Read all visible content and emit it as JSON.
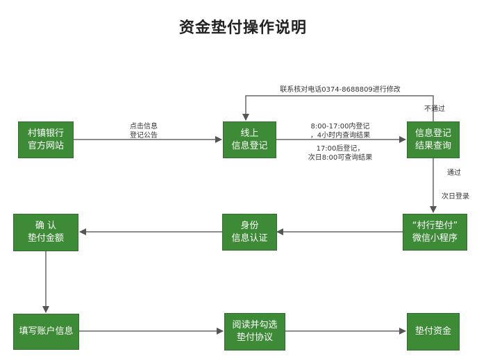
{
  "title": "资金垫付操作说明",
  "boxes": {
    "bank_site": "村镇银行\n官方网站",
    "online_register": "线上\n信息登记",
    "result_query": "信息登记\n结果查询",
    "mini_program": "“村行垫付”\n微信小程序",
    "identity_verify": "身份\n信息认证",
    "confirm_amount": "确  认\n垫付金额",
    "fill_account": "填写账户信息",
    "read_agreement": "阅读并勾选\n垫付协议",
    "fund_advance": "垫付资金"
  },
  "labels": {
    "click_info": "点击信息\n登记公告",
    "hours_day": "8:00-17:00内登记\n，4小时内查询结果",
    "hours_after": "17:00后登记，\n次日8:00可查询结果",
    "contact": "联系核对电话0374-8688809进行修改",
    "not_passed": "不通过",
    "passed": "通过",
    "next_day_login": "次日登录"
  }
}
